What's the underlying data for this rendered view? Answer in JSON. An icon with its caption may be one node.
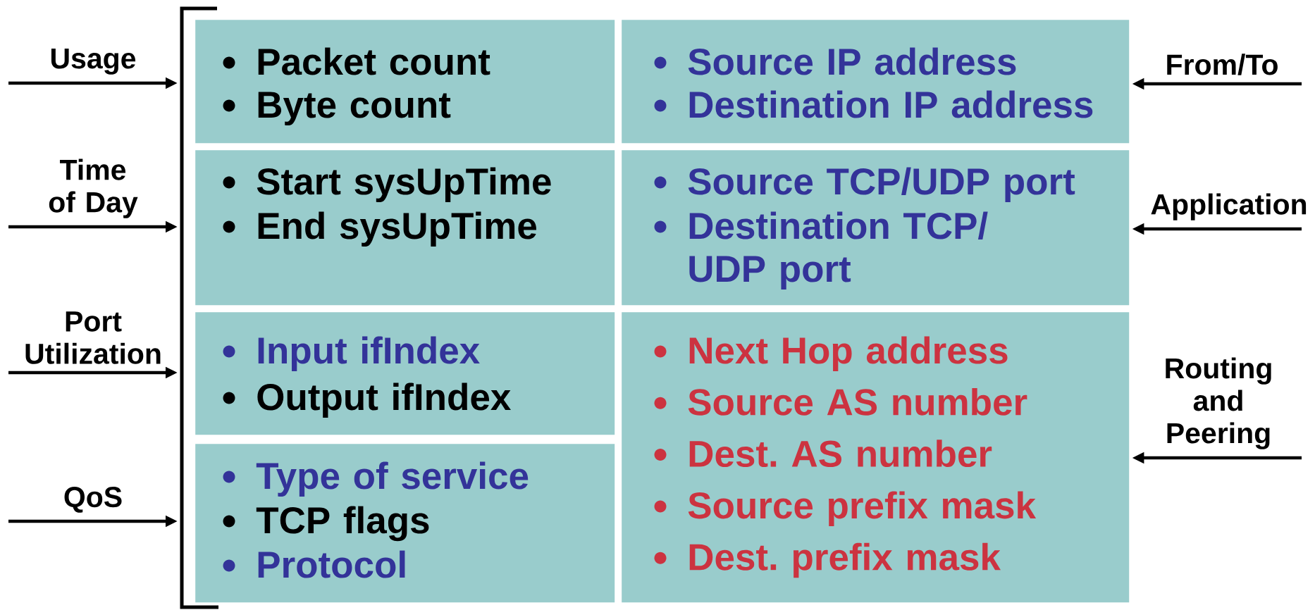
{
  "diagram": {
    "nodes": [
      {
        "text": [
          "Packet count",
          "Byte count"
        ]
      },
      {
        "text": [
          "Source IP address",
          "Destination IP address"
        ]
      },
      {
        "text": [
          "Start sysUpTime",
          "End sysUpTime"
        ]
      },
      {
        "text": [
          "Source TCP/UDP port",
          "Destination TCP/ UDP port"
        ]
      },
      {
        "text": [
          "Input ifIndex",
          "Output ifIndex"
        ]
      },
      {
        "text": [
          "Next Hop address",
          "Source AS number",
          "Dest. AS number",
          "Source prefix mask",
          "Dest. prefix mask"
        ]
      },
      {
        "text": [
          "Type of service",
          "TCP flags",
          "Protocol"
        ]
      }
    ],
    "edges": [
      {
        "from": null,
        "to": 0,
        "arrow": "to",
        "label": "Usage"
      },
      {
        "from": null,
        "to": 2,
        "arrow": "to",
        "label": "Time of Day"
      },
      {
        "from": null,
        "to": 4,
        "arrow": "to",
        "label": "Port Utilization"
      },
      {
        "from": null,
        "to": 6,
        "arrow": "to",
        "label": "QoS"
      },
      {
        "from": null,
        "to": 1,
        "arrow": "to",
        "label": "From/To"
      },
      {
        "from": null,
        "to": 3,
        "arrow": "to",
        "label": "Application"
      },
      {
        "from": null,
        "to": 5,
        "arrow": "to",
        "label": "Routing and Peering"
      }
    ]
  }
}
